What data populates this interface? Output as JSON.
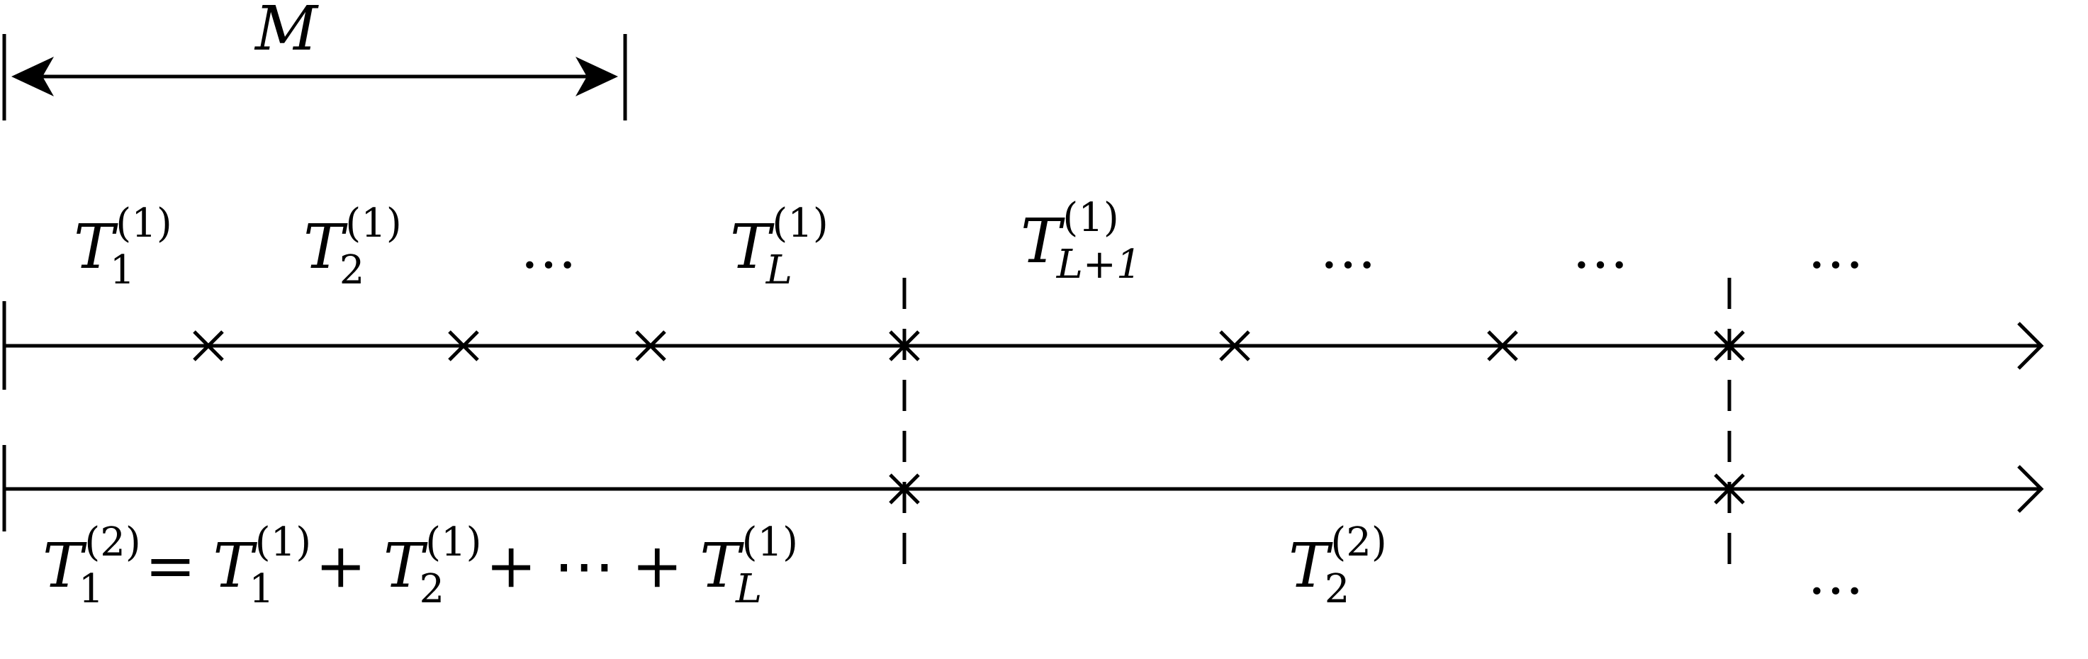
{
  "interval_label": "M",
  "row1": {
    "labels": [
      {
        "base": "T",
        "sup": "(1)",
        "sub": "1"
      },
      {
        "base": "T",
        "sup": "(1)",
        "sub": "2"
      },
      {
        "dots": "…"
      },
      {
        "base": "T",
        "sup": "(1)",
        "sub": "L"
      },
      {
        "base": "T",
        "sup": "(1)",
        "sub": "L+1"
      },
      {
        "dots": "…"
      },
      {
        "dots": "…"
      },
      {
        "dots": "…"
      }
    ]
  },
  "row2": {
    "equation": {
      "lhs_base": "T",
      "lhs_sup": "(2)",
      "lhs_sub": "1",
      "equals": "=",
      "t1_base": "T",
      "t1_sup": "(1)",
      "t1_sub": "1",
      "plus1": "+",
      "t2_base": "T",
      "t2_sup": "(1)",
      "t2_sub": "2",
      "plus2": "+",
      "cdots": "⋯",
      "plus3": "+",
      "tl_base": "T",
      "tl_sup": "(1)",
      "tl_sub": "L"
    },
    "second_label": {
      "base": "T",
      "sup": "(2)",
      "sub": "2"
    },
    "trailing_dots": "…"
  }
}
